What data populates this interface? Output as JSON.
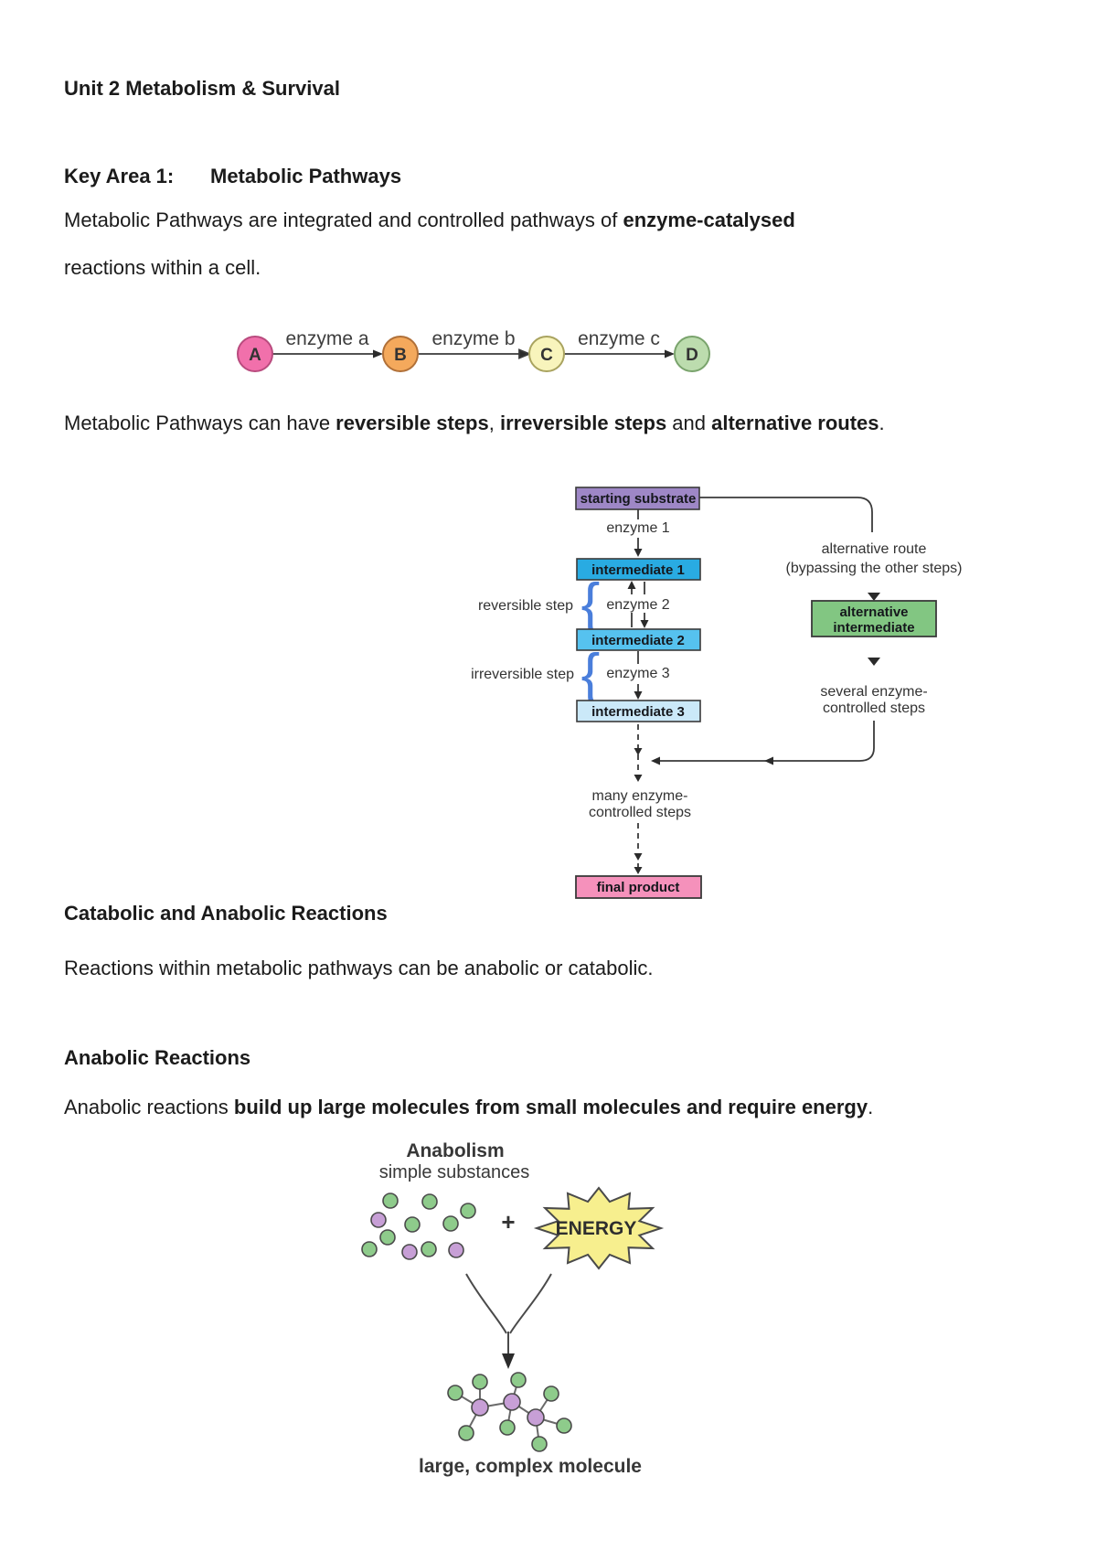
{
  "page": {
    "title": "Unit 2 Metabolism & Survival"
  },
  "headings": {
    "key_area_label": "Key Area 1:",
    "key_area_title": "Metabolic Pathways",
    "catabolic_anabolic": "Catabolic and Anabolic Reactions",
    "anabolic": "Anabolic Reactions"
  },
  "paragraphs": {
    "intro_line1_a": "Metabolic Pathways are integrated and controlled pathways of ",
    "intro_line1_b": "enzyme-catalysed",
    "intro_line2": "reactions within a cell.",
    "steps_a": "Metabolic Pathways can have ",
    "steps_b": "reversible steps",
    "steps_c": ", ",
    "steps_d": "irreversible steps",
    "steps_e": " and ",
    "steps_f": "alternative routes",
    "steps_g": ".",
    "reactions": "Reactions within metabolic pathways can be anabolic or catabolic.",
    "anabolic_a": "Anabolic reactions ",
    "anabolic_b": "build up large molecules from small molecules and require energy",
    "anabolic_c": "."
  },
  "enzyme_chain": {
    "nodes": [
      {
        "label": "A",
        "fill": "#f170ab",
        "stroke": "#b94b7e"
      },
      {
        "label": "B",
        "fill": "#f4a95c",
        "stroke": "#b07038"
      },
      {
        "label": "C",
        "fill": "#f8f4bc",
        "stroke": "#a9a35f"
      },
      {
        "label": "D",
        "fill": "#bcdcae",
        "stroke": "#79a36c"
      }
    ],
    "arrows": [
      {
        "label": "enzyme a"
      },
      {
        "label": "enzyme b"
      },
      {
        "label": "enzyme c"
      }
    ]
  },
  "flowchart": {
    "boxes": {
      "starting": {
        "label": "starting substrate",
        "fill": "#9e87c6"
      },
      "int1": {
        "label": "intermediate 1",
        "fill": "#29abe2"
      },
      "int2": {
        "label": "intermediate 2",
        "fill": "#56c2ef"
      },
      "int3": {
        "label": "intermediate 3",
        "fill": "#cbe9f9"
      },
      "alt": {
        "line1": "alternative",
        "line2": "intermediate",
        "fill": "#82c682"
      },
      "final": {
        "label": "final product",
        "fill": "#f591bb"
      }
    },
    "labels": {
      "enzyme1": "enzyme 1",
      "enzyme2": "enzyme 2",
      "enzyme3": "enzyme 3",
      "reversible": "reversible step",
      "irreversible": "irreversible step",
      "brace": "{",
      "alt_route_1": "alternative route",
      "alt_route_2": "(bypassing the other steps)",
      "several_1": "several enzyme-",
      "several_2": "controlled steps",
      "many_1": "many enzyme-",
      "many_2": "controlled steps"
    }
  },
  "anabolism_figure": {
    "title": "Anabolism",
    "subtitle": "simple substances",
    "plus": "+",
    "energy_label": "ENERGY",
    "caption": "large, complex molecule",
    "colors": {
      "green_dot": "#8ecb8b",
      "purple_dot": "#c79fd6",
      "energy_fill": "#f7ef8e"
    }
  }
}
